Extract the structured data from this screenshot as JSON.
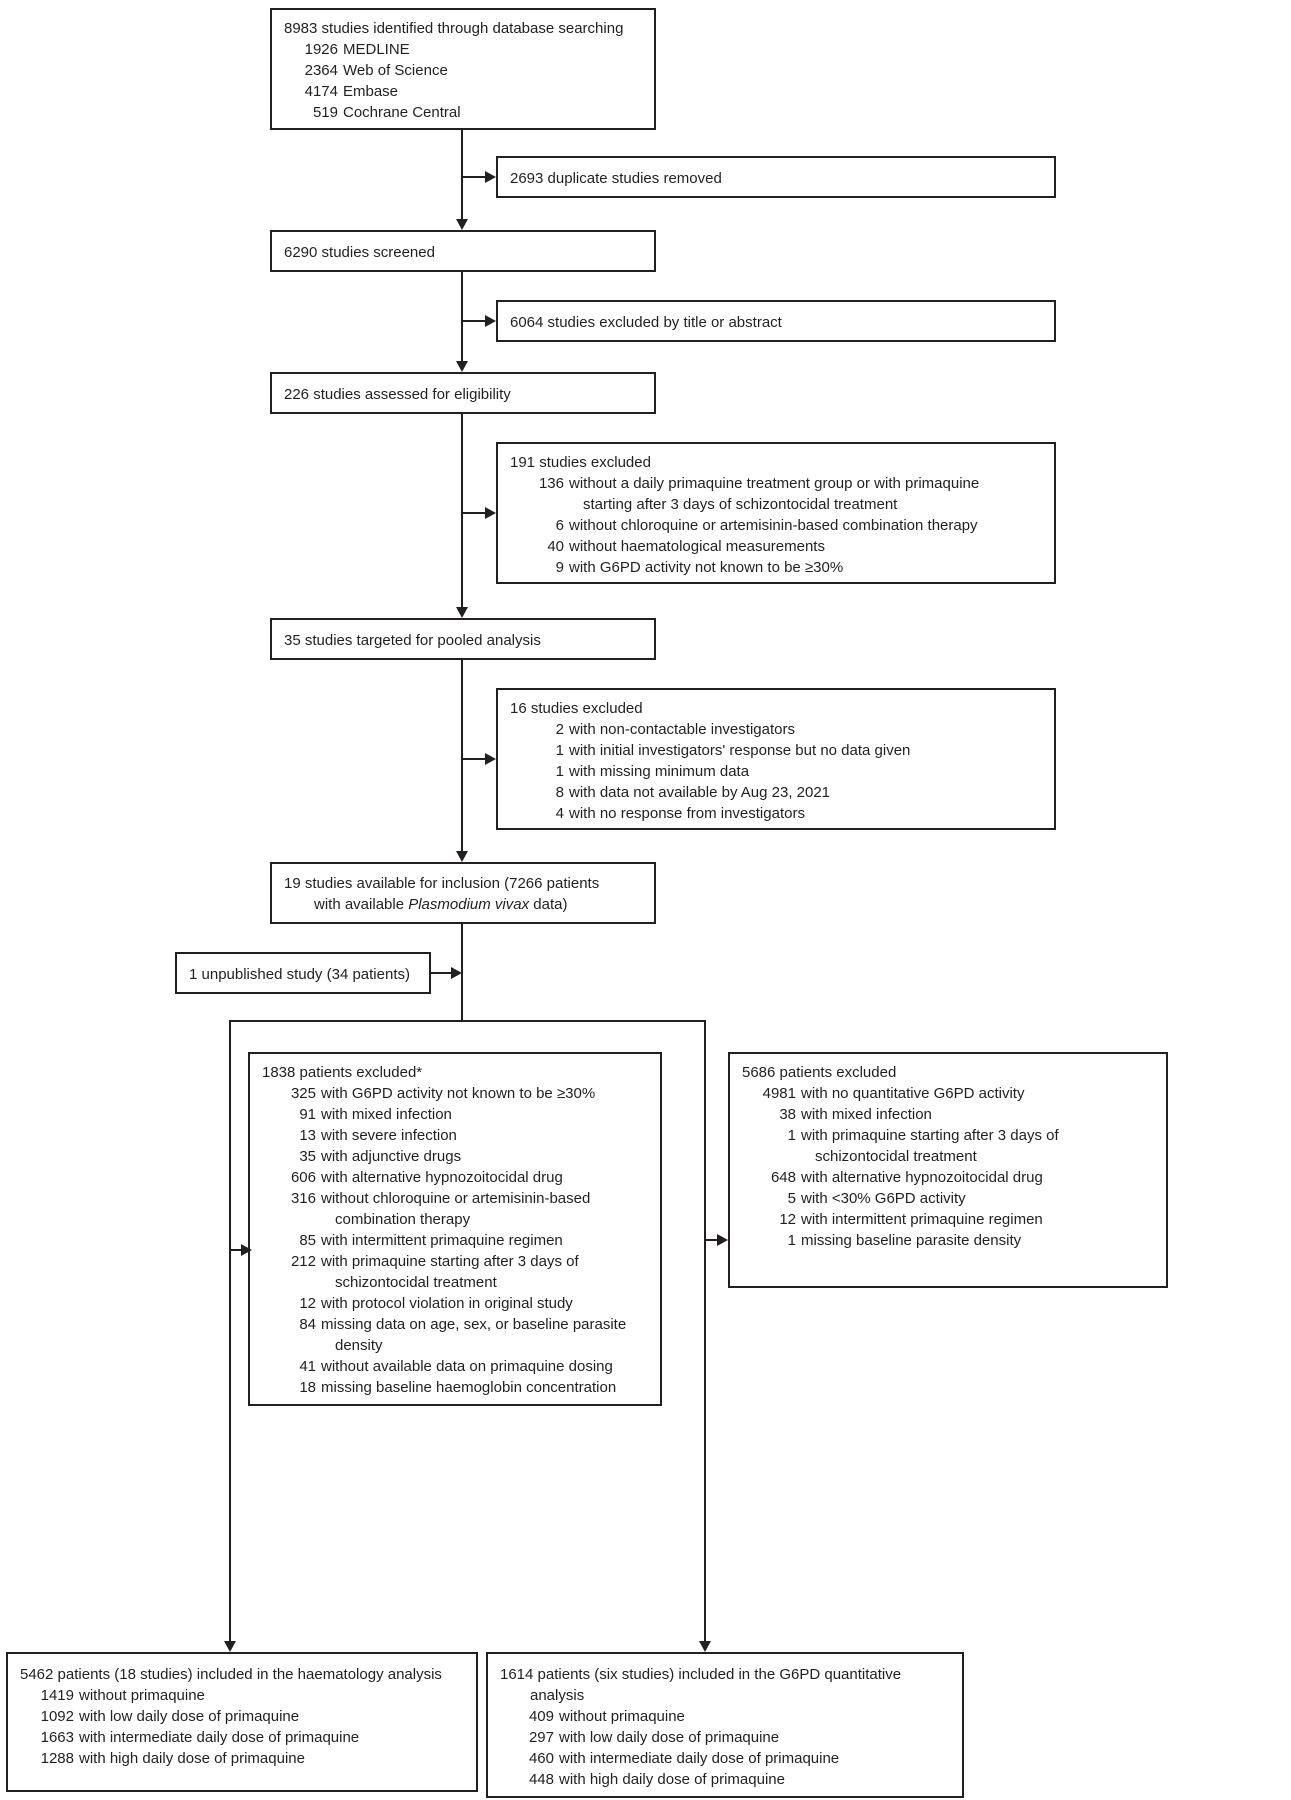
{
  "figure": {
    "type": "study-flow-diagram",
    "colors": {
      "line": "#231f20",
      "background": "#ffffff",
      "text": "#231f20"
    },
    "boxes": {
      "identified": {
        "lines": [
          {
            "t": "top",
            "text": "8983 studies identified through database searching"
          },
          {
            "t": "sub",
            "num": "1926",
            "text": "MEDLINE"
          },
          {
            "t": "sub",
            "num": "2364",
            "text": "Web of Science"
          },
          {
            "t": "sub",
            "num": "4174",
            "text": "Embase"
          },
          {
            "t": "sub",
            "num": "519",
            "text": "Cochrane Central"
          }
        ]
      },
      "duplicates_removed": {
        "lines": [
          {
            "t": "top",
            "text": "2693 duplicate studies removed"
          }
        ]
      },
      "screened": {
        "lines": [
          {
            "t": "top",
            "text": "6290 studies screened"
          }
        ]
      },
      "excluded_title_abstract": {
        "lines": [
          {
            "t": "top",
            "text": "6064 studies excluded by title or abstract"
          }
        ]
      },
      "assessed_eligibility": {
        "lines": [
          {
            "t": "top",
            "text": "226 studies assessed for eligibility"
          }
        ]
      },
      "studies_excluded_191": {
        "lines": [
          {
            "t": "top",
            "text": "191 studies excluded"
          },
          {
            "t": "sub",
            "num": "136",
            "text": "without a daily primaquine treatment group or with primaquine"
          },
          {
            "t": "cont",
            "text": "starting after 3 days of schizontocidal treatment"
          },
          {
            "t": "sub",
            "num": "6",
            "text": "without chloroquine or artemisinin-based combination therapy"
          },
          {
            "t": "sub",
            "num": "40",
            "text": "without haematological measurements"
          },
          {
            "t": "sub",
            "num": "9",
            "text": "with G6PD activity not known to be ≥30%"
          }
        ]
      },
      "pooled_analysis": {
        "lines": [
          {
            "t": "top",
            "text": "35 studies targeted for pooled analysis"
          }
        ]
      },
      "studies_excluded_16": {
        "lines": [
          {
            "t": "top",
            "text": "16 studies excluded"
          },
          {
            "t": "sub",
            "num": "2",
            "text": "with non-contactable investigators"
          },
          {
            "t": "sub",
            "num": "1",
            "text": "with initial investigators' response but no data given"
          },
          {
            "t": "sub",
            "num": "1",
            "text": "with missing minimum data"
          },
          {
            "t": "sub",
            "num": "8",
            "text": "with data not available by Aug 23, 2021"
          },
          {
            "t": "sub",
            "num": "4",
            "text": "with no response from investigators"
          }
        ]
      },
      "available_for_inclusion": {
        "lines": [
          {
            "t": "top",
            "text": "19 studies available for inclusion (7266 patients"
          },
          {
            "t": "contTop",
            "text": "with available ",
            "italic": "Plasmodium vivax",
            "after": " data)"
          }
        ]
      },
      "unpublished_study": {
        "lines": [
          {
            "t": "top",
            "text": "1 unpublished study (34 patients)"
          }
        ]
      },
      "patients_excluded_1838": {
        "lines": [
          {
            "t": "top",
            "text": "1838 patients excluded*"
          },
          {
            "t": "sub",
            "num": "325",
            "text": "with G6PD activity not known to be ≥30%"
          },
          {
            "t": "sub",
            "num": "91",
            "text": "with mixed infection"
          },
          {
            "t": "sub",
            "num": "13",
            "text": "with severe infection"
          },
          {
            "t": "sub",
            "num": "35",
            "text": "with adjunctive drugs"
          },
          {
            "t": "sub",
            "num": "606",
            "text": "with alternative hypnozoitocidal drug"
          },
          {
            "t": "sub",
            "num": "316",
            "text": "without chloroquine or artemisinin-based"
          },
          {
            "t": "cont",
            "text": "combination therapy"
          },
          {
            "t": "sub",
            "num": "85",
            "text": "with intermittent primaquine regimen"
          },
          {
            "t": "sub",
            "num": "212",
            "text": "with primaquine starting after 3 days of"
          },
          {
            "t": "cont",
            "text": "schizontocidal treatment"
          },
          {
            "t": "sub",
            "num": "12",
            "text": "with protocol violation in original study"
          },
          {
            "t": "sub",
            "num": "84",
            "text": "missing data on age, sex, or baseline parasite"
          },
          {
            "t": "cont",
            "text": "density"
          },
          {
            "t": "sub",
            "num": "41",
            "text": "without available data on primaquine dosing"
          },
          {
            "t": "sub",
            "num": "18",
            "text": "missing baseline haemoglobin concentration"
          }
        ]
      },
      "patients_excluded_5686": {
        "lines": [
          {
            "t": "top",
            "text": "5686 patients excluded"
          },
          {
            "t": "sub",
            "num": "4981",
            "text": "with no quantitative G6PD activity"
          },
          {
            "t": "sub",
            "num": "38",
            "text": "with mixed infection"
          },
          {
            "t": "sub",
            "num": "1",
            "text": "with primaquine starting after 3 days of"
          },
          {
            "t": "cont",
            "text": "schizontocidal treatment"
          },
          {
            "t": "sub",
            "num": "648",
            "text": "with alternative hypnozoitocidal drug"
          },
          {
            "t": "sub",
            "num": "5",
            "text": "with <30% G6PD activity"
          },
          {
            "t": "sub",
            "num": "12",
            "text": "with intermittent primaquine regimen"
          },
          {
            "t": "sub",
            "num": "1",
            "text": "missing baseline parasite density"
          }
        ]
      },
      "haematology_analysis": {
        "lines": [
          {
            "t": "top",
            "text": "5462 patients (18 studies) included in the haematology analysis"
          },
          {
            "t": "sub",
            "num": "1419",
            "text": "without primaquine"
          },
          {
            "t": "sub",
            "num": "1092",
            "text": "with low daily dose of primaquine"
          },
          {
            "t": "sub",
            "num": "1663",
            "text": "with intermediate daily dose of primaquine"
          },
          {
            "t": "sub",
            "num": "1288",
            "text": "with high daily dose of primaquine"
          }
        ]
      },
      "g6pd_quantitative_analysis": {
        "lines": [
          {
            "t": "top",
            "text": "1614 patients (six studies) included in the G6PD quantitative"
          },
          {
            "t": "contTop",
            "text": "analysis"
          },
          {
            "t": "sub",
            "num": "409",
            "text": "without primaquine"
          },
          {
            "t": "sub",
            "num": "297",
            "text": "with low daily dose of primaquine"
          },
          {
            "t": "sub",
            "num": "460",
            "text": "with intermediate daily dose of primaquine"
          },
          {
            "t": "sub",
            "num": "448",
            "text": "with high daily dose of primaquine"
          }
        ]
      }
    }
  }
}
